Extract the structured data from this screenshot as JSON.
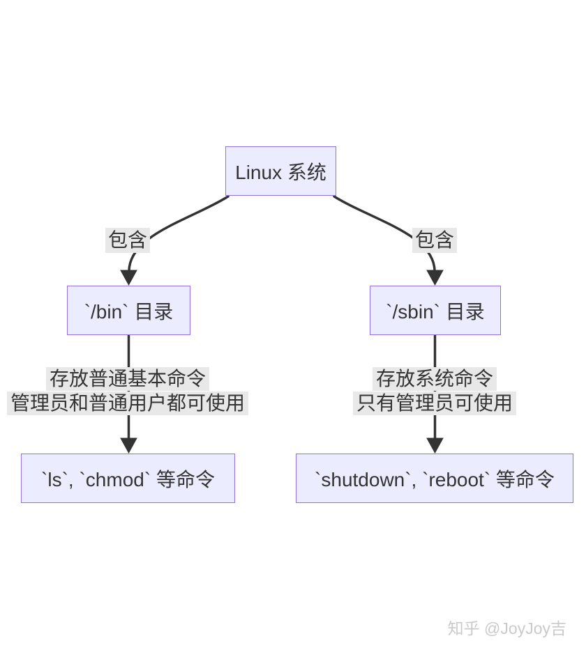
{
  "diagram": {
    "type": "flowchart",
    "nodes": [
      {
        "id": "root",
        "label": "Linux 系统"
      },
      {
        "id": "bin",
        "label": "`/bin` 目录"
      },
      {
        "id": "sbin",
        "label": "`/sbin` 目录"
      },
      {
        "id": "bin-cmds",
        "label": "`ls`, `chmod` 等命令"
      },
      {
        "id": "sbin-cmds",
        "label": "`shutdown`, `reboot` 等命令"
      }
    ],
    "edges": [
      {
        "from": "root",
        "to": "bin",
        "label": "包含"
      },
      {
        "from": "root",
        "to": "sbin",
        "label": "包含"
      },
      {
        "from": "bin",
        "to": "bin-cmds",
        "label_lines": [
          "存放普通基本命令",
          "管理员和普通用户都可使用"
        ]
      },
      {
        "from": "sbin",
        "to": "sbin-cmds",
        "label_lines": [
          "存放系统命令",
          "只有管理员可使用"
        ]
      }
    ],
    "colors": {
      "node_fill": "#ECECFF",
      "node_border": "#9370DB",
      "edge_stroke": "#333333",
      "edge_label_bg": "#e8e8e8",
      "text": "#333333",
      "watermark": "#cacaca",
      "background": "#ffffff"
    }
  },
  "watermark": {
    "text": "知乎 @JoyJoy吉"
  }
}
